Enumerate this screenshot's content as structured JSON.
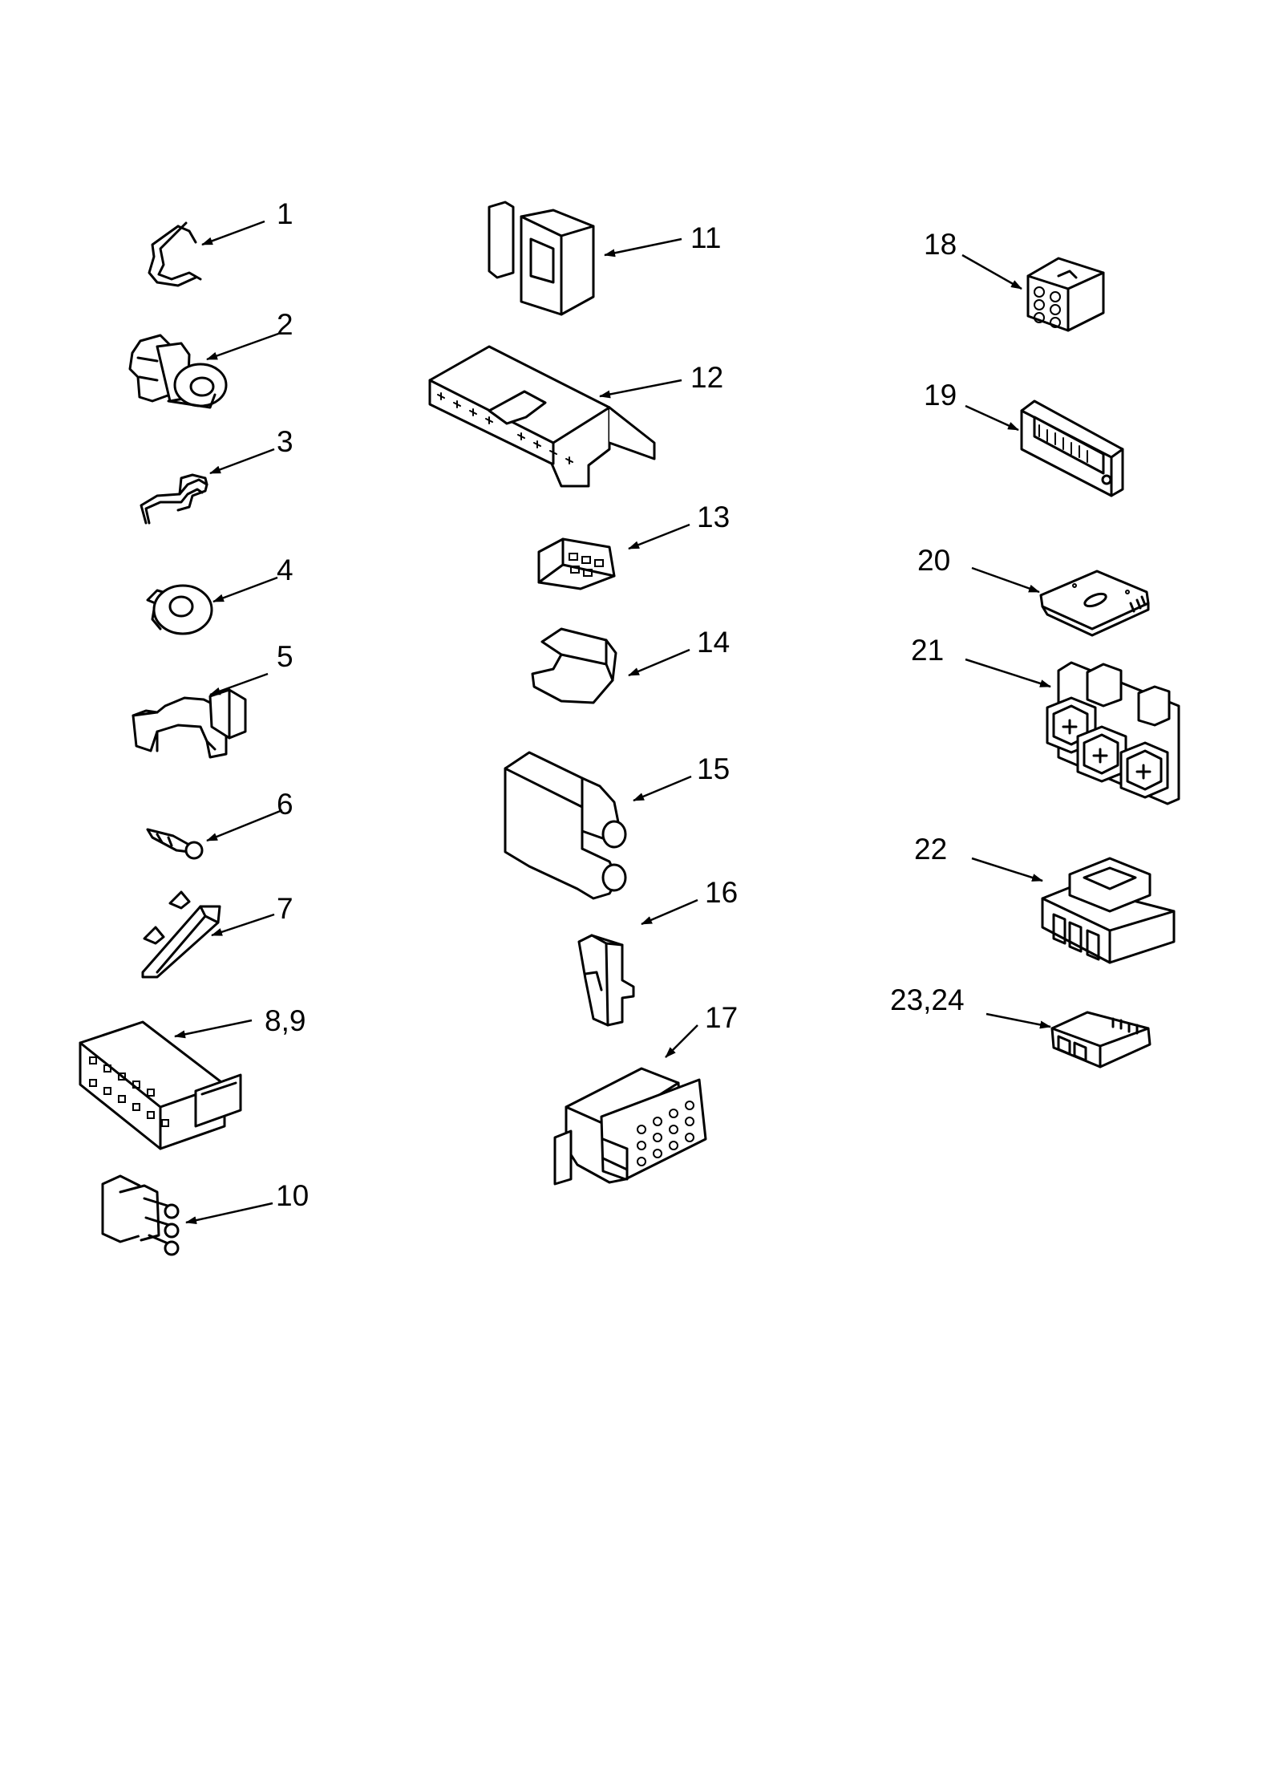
{
  "parts": [
    {
      "id": "part-1",
      "label": "1"
    },
    {
      "id": "part-2",
      "label": "2"
    },
    {
      "id": "part-3",
      "label": "3"
    },
    {
      "id": "part-4",
      "label": "4"
    },
    {
      "id": "part-5",
      "label": "5"
    },
    {
      "id": "part-6",
      "label": "6"
    },
    {
      "id": "part-7",
      "label": "7"
    },
    {
      "id": "part-8-9",
      "label": "8,9"
    },
    {
      "id": "part-10",
      "label": "10"
    },
    {
      "id": "part-11",
      "label": "11"
    },
    {
      "id": "part-12",
      "label": "12"
    },
    {
      "id": "part-13",
      "label": "13"
    },
    {
      "id": "part-14",
      "label": "14"
    },
    {
      "id": "part-15",
      "label": "15"
    },
    {
      "id": "part-16",
      "label": "16"
    },
    {
      "id": "part-17",
      "label": "17"
    },
    {
      "id": "part-18",
      "label": "18"
    },
    {
      "id": "part-19",
      "label": "19"
    },
    {
      "id": "part-20",
      "label": "20"
    },
    {
      "id": "part-21",
      "label": "21"
    },
    {
      "id": "part-22",
      "label": "22"
    },
    {
      "id": "part-23-24",
      "label": "23,24"
    }
  ]
}
